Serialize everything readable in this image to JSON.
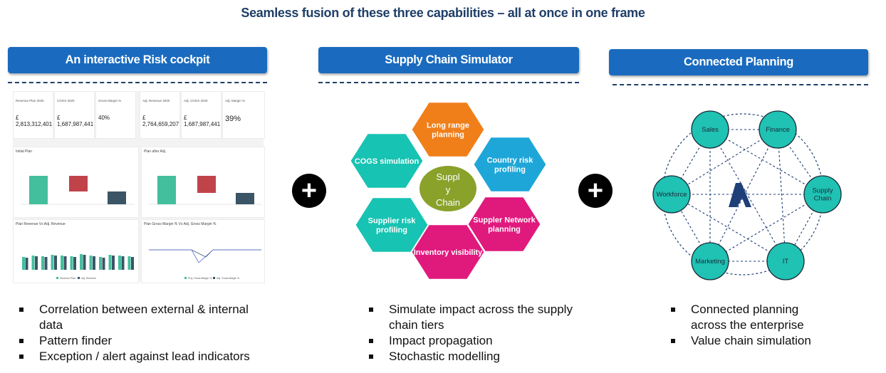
{
  "headline": "Seamless fusion of these three capabilities – all at once in one frame",
  "sections": [
    {
      "title": "An interactive Risk cockpit",
      "bullets": [
        "Correlation between external & internal data",
        "Pattern finder",
        "Exception / alert against lead indicators"
      ]
    },
    {
      "title": "Supply Chain Simulator",
      "bullets": [
        "Simulate impact across the supply chain tiers",
        "Impact propagation",
        "Stochastic modelling"
      ]
    },
    {
      "title": "Connected Planning",
      "bullets": [
        "Connected planning across the enterprise",
        "Value chain simulation"
      ]
    }
  ],
  "plus_icon": "+",
  "cockpit": {
    "kpis": [
      {
        "label": "Revenue Plan 2020",
        "value": "£ 2,813,312,401"
      },
      {
        "label": "COGS 2020",
        "value": "£ 1,687,987,441"
      },
      {
        "label": "Gross Margin %",
        "value": "40%"
      },
      {
        "label": "Adj. Revenue 2020",
        "value": "£ 2,764,659,207"
      },
      {
        "label": "Adj. COGS 2020",
        "value": "£ 1,687,987,441"
      },
      {
        "label": "Adj. Margin %",
        "value": "39%"
      }
    ],
    "panels": [
      "Initial Plan",
      "Plan after Adj.",
      "Plan Revenue Vs Adj. Revenue",
      "Plan Gross Margin % Vs Adj. Gross Margin %"
    ],
    "legend1": [
      "Revenue Plan",
      "Adj. Revenue"
    ],
    "legend2": [
      "Proj. Gross Margin %",
      "Adj. Gross Margin %"
    ]
  },
  "simulator": {
    "center": [
      "Suppl",
      "y",
      "Chain"
    ],
    "hexes": [
      {
        "label": [
          "Long range",
          "planning"
        ],
        "color": "#f07f1a"
      },
      {
        "label": [
          "Country risk",
          "profiling"
        ],
        "color": "#1ea6d8"
      },
      {
        "label": [
          "Suppler Network",
          "planning"
        ],
        "color": "#e0197d"
      },
      {
        "label": [
          "Inventory visibility"
        ],
        "color": "#e0197d"
      },
      {
        "label": [
          "Supplier risk",
          "profiling"
        ],
        "color": "#17c3b2"
      },
      {
        "label": [
          "COGS simulation"
        ],
        "color": "#17c3b2"
      }
    ],
    "center_color": "#8aa12a"
  },
  "planning": {
    "nodes": [
      "Sales",
      "Finance",
      "Supply Chain",
      "IT",
      "Marketing",
      "Workforce"
    ],
    "node_color": "#1fc2b3",
    "logo_color": "#1f3f78"
  }
}
